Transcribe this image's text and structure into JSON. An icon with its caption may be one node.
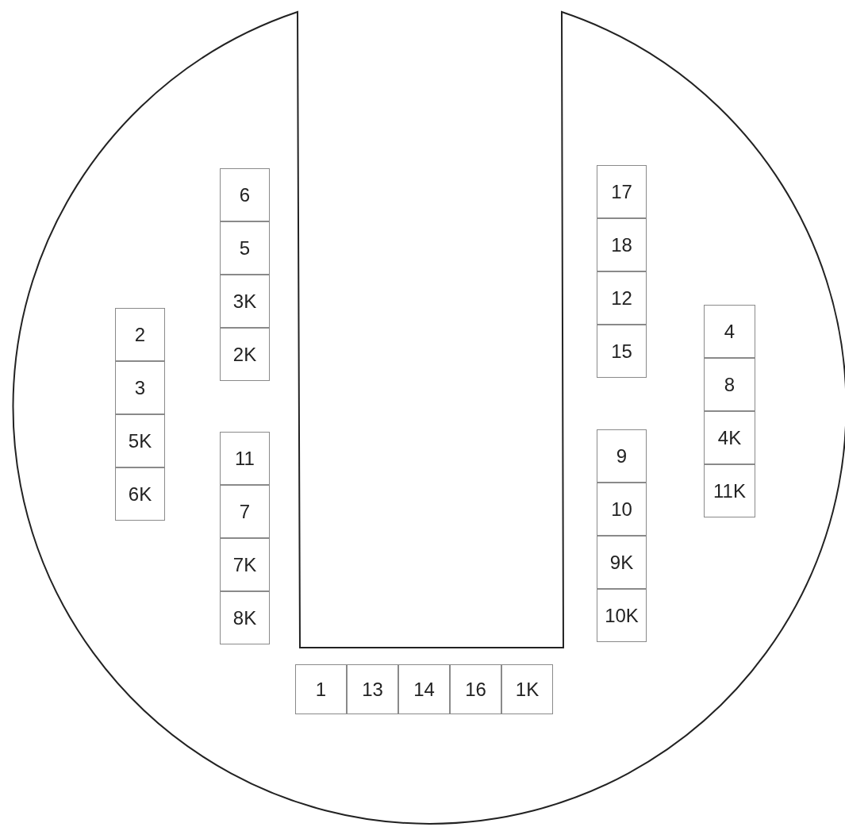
{
  "diagram": {
    "nodes": [
      {
        "text": [
          "2"
        ]
      },
      {
        "text": [
          "3"
        ]
      },
      {
        "text": [
          "5K"
        ]
      },
      {
        "text": [
          "6K"
        ]
      },
      {
        "text": [
          "6"
        ]
      },
      {
        "text": [
          "5"
        ]
      },
      {
        "text": [
          "3K"
        ]
      },
      {
        "text": [
          "2K"
        ]
      },
      {
        "text": [
          "11"
        ]
      },
      {
        "text": [
          "7"
        ]
      },
      {
        "text": [
          "7K"
        ]
      },
      {
        "text": [
          "8K"
        ]
      },
      {
        "text": [
          "1"
        ]
      },
      {
        "text": [
          "13"
        ]
      },
      {
        "text": [
          "14"
        ]
      },
      {
        "text": [
          "16"
        ]
      },
      {
        "text": [
          "1K"
        ]
      },
      {
        "text": [
          "17"
        ]
      },
      {
        "text": [
          "18"
        ]
      },
      {
        "text": [
          "12"
        ]
      },
      {
        "text": [
          "15"
        ]
      },
      {
        "text": [
          "9"
        ]
      },
      {
        "text": [
          "10"
        ]
      },
      {
        "text": [
          "9K"
        ]
      },
      {
        "text": [
          "10K"
        ]
      },
      {
        "text": [
          "4"
        ]
      },
      {
        "text": [
          "8"
        ]
      },
      {
        "text": [
          "4K"
        ]
      },
      {
        "text": [
          "11K"
        ]
      }
    ]
  }
}
